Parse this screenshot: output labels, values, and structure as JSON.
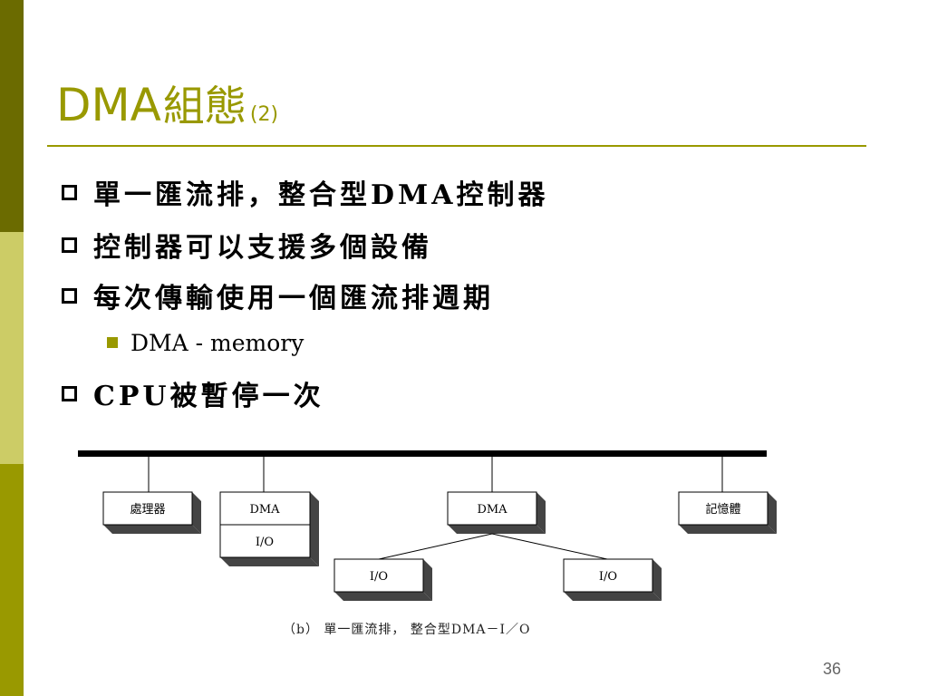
{
  "title": {
    "main": "DMA",
    "cjk": "組態",
    "sub": "(2)"
  },
  "bullets": [
    {
      "text": "單一匯流排，整合型DMA控制器"
    },
    {
      "text": "控制器可以支援多個設備"
    },
    {
      "text": "每次傳輸使用一個匯流排週期"
    },
    {
      "text": "CPU被暫停一次"
    }
  ],
  "sub_bullets": [
    {
      "text": "DMA - memory"
    }
  ],
  "diagram": {
    "processor": "處理器",
    "dma_left": "DMA",
    "io_left": "I/O",
    "dma_center": "DMA",
    "memory": "記憶體",
    "io_bottom_left": "I/O",
    "io_bottom_right": "I/O",
    "caption": "（b） 單一匯流排， 整合型DMA－I／O"
  },
  "page_number": "36",
  "colors": {
    "accent": "#999900",
    "bar_dark": "#6b6b00",
    "bar_light": "#cccc66"
  }
}
